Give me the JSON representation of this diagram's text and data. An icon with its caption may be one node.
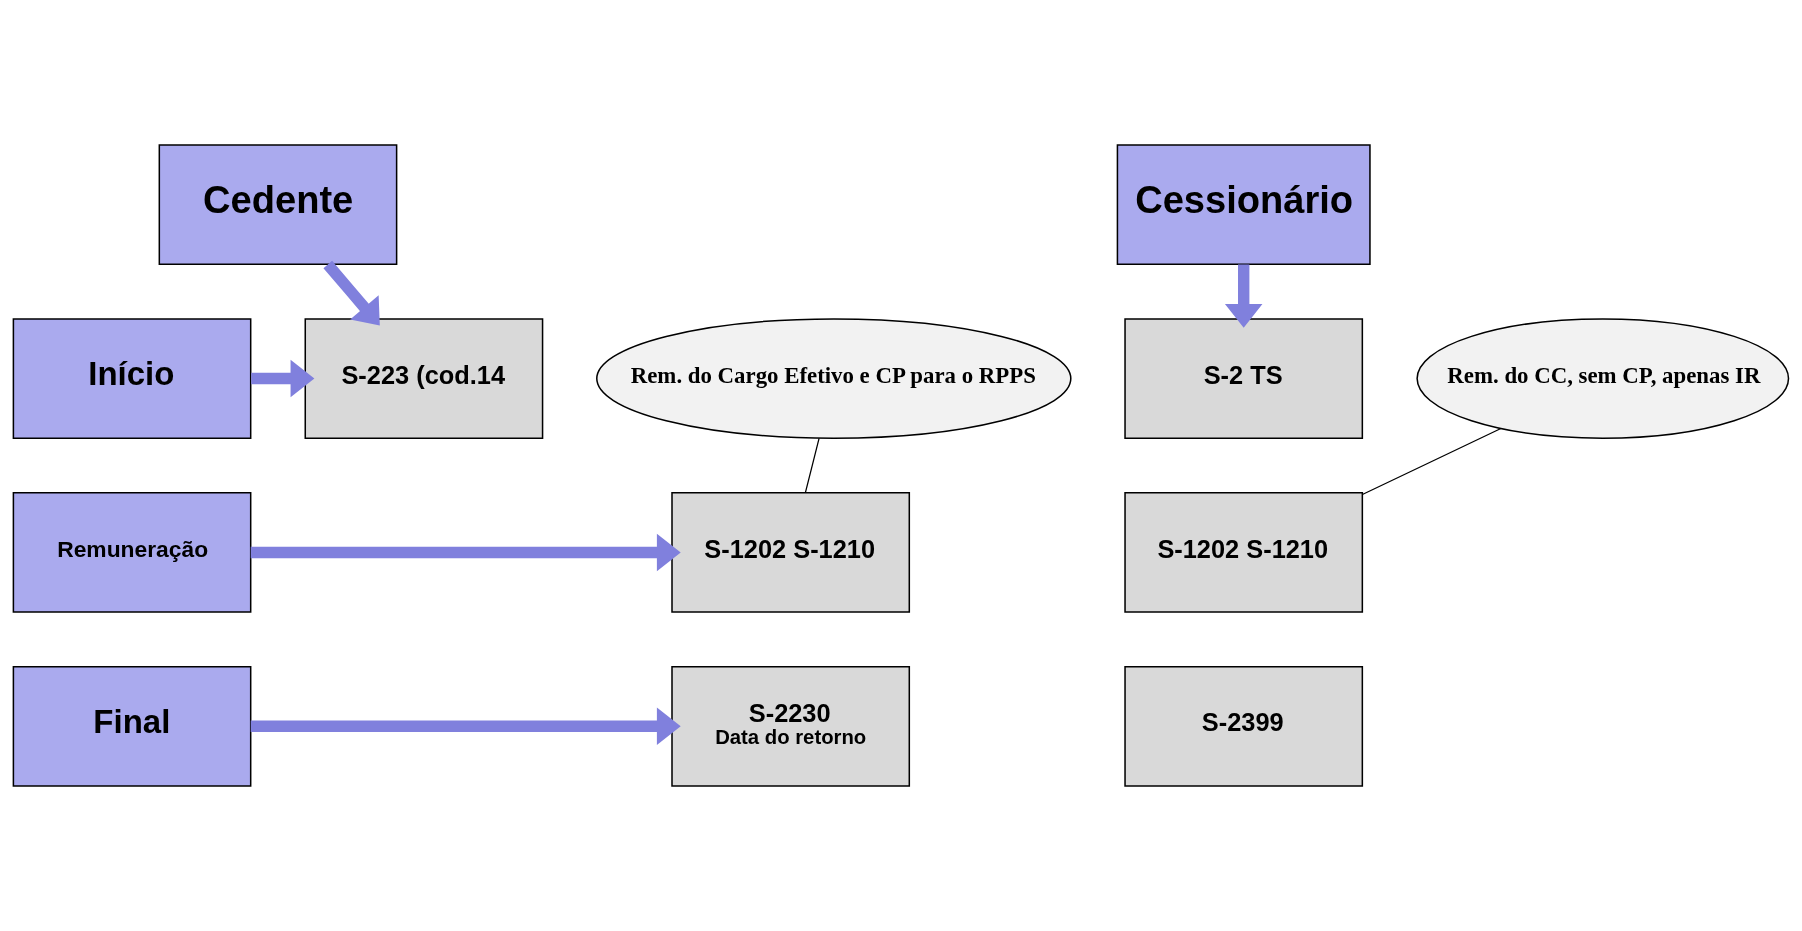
{
  "diagram": {
    "nodes": [
      {
        "text": [
          "Cedente"
        ]
      },
      {
        "text": [
          "Cessionário"
        ]
      },
      {
        "text": [
          "Início"
        ]
      },
      {
        "text": [
          "Remuneração"
        ]
      },
      {
        "text": [
          "Final"
        ]
      },
      {
        "text": [
          "S-223 (cod.14"
        ]
      },
      {
        "text": [
          "S-1202 S-1210"
        ]
      },
      {
        "text": [
          "S-2230",
          "Data do retorno"
        ]
      },
      {
        "text": [
          "S-2 TS"
        ]
      },
      {
        "text": [
          "S-1202 S-1210"
        ]
      },
      {
        "text": [
          "S-2399"
        ]
      },
      {
        "text": [
          "Rem. do Cargo Efetivo e CP para o RPPS"
        ]
      },
      {
        "text": [
          "Rem. do CC, sem CP, apenas IR"
        ]
      }
    ],
    "edges": [
      {
        "from": 0,
        "to": 5,
        "arrow": "to",
        "color": "#8080dd"
      },
      {
        "from": 1,
        "to": 8,
        "arrow": "to",
        "color": "#8080dd"
      },
      {
        "from": 2,
        "to": 5,
        "arrow": "to",
        "color": "#8080dd"
      },
      {
        "from": 3,
        "to": 6,
        "arrow": "to",
        "color": "#8080dd"
      },
      {
        "from": 4,
        "to": 7,
        "arrow": "to",
        "color": "#8080dd"
      },
      {
        "from": 11,
        "to": 6,
        "arrow": "none",
        "color": "#000000"
      },
      {
        "from": 12,
        "to": 9,
        "arrow": "none",
        "color": "#000000"
      }
    ]
  }
}
